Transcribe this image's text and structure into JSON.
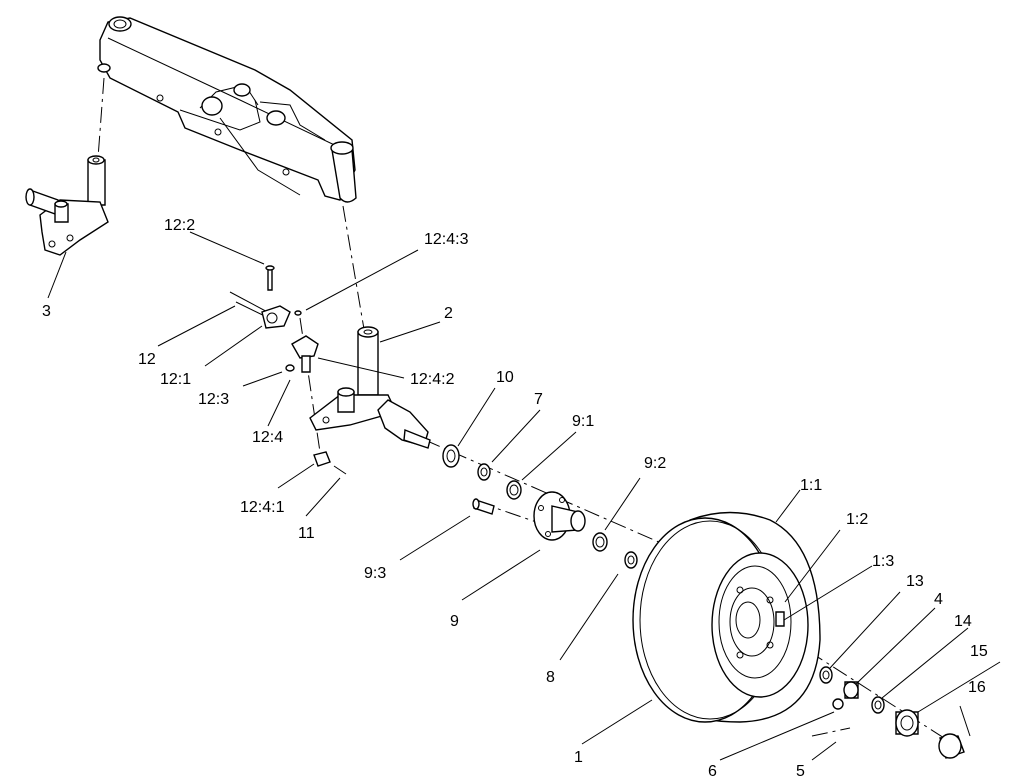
{
  "callouts": [
    {
      "id": "3",
      "text": "3"
    },
    {
      "id": "12-2",
      "text": "12:2"
    },
    {
      "id": "12-4-3",
      "text": "12:4:3"
    },
    {
      "id": "2",
      "text": "2"
    },
    {
      "id": "12",
      "text": "12"
    },
    {
      "id": "12-1",
      "text": "12:1"
    },
    {
      "id": "12-4-2",
      "text": "12:4:2"
    },
    {
      "id": "12-3",
      "text": "12:3"
    },
    {
      "id": "10",
      "text": "10"
    },
    {
      "id": "7",
      "text": "7"
    },
    {
      "id": "12-4",
      "text": "12:4"
    },
    {
      "id": "9-1",
      "text": "9:1"
    },
    {
      "id": "9-2",
      "text": "9:2"
    },
    {
      "id": "12-4-1",
      "text": "12:4:1"
    },
    {
      "id": "11",
      "text": "11"
    },
    {
      "id": "1-1",
      "text": "1:1"
    },
    {
      "id": "1-2",
      "text": "1:2"
    },
    {
      "id": "9-3",
      "text": "9:3"
    },
    {
      "id": "1-3",
      "text": "1:3"
    },
    {
      "id": "13",
      "text": "13"
    },
    {
      "id": "4",
      "text": "4"
    },
    {
      "id": "14",
      "text": "14"
    },
    {
      "id": "15",
      "text": "15"
    },
    {
      "id": "9",
      "text": "9"
    },
    {
      "id": "16",
      "text": "16"
    },
    {
      "id": "8",
      "text": "8"
    },
    {
      "id": "1",
      "text": "1"
    },
    {
      "id": "6",
      "text": "6"
    },
    {
      "id": "5",
      "text": "5"
    }
  ]
}
